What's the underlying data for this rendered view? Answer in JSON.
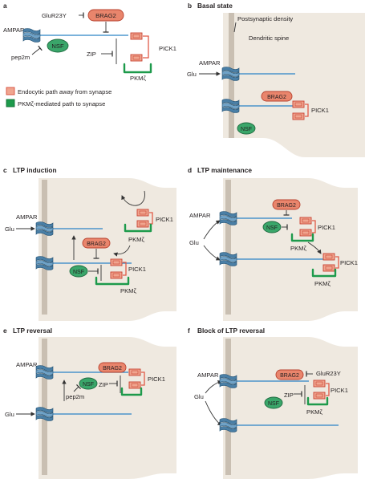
{
  "panels": {
    "a": {
      "letter": "a",
      "title": ""
    },
    "b": {
      "letter": "b",
      "title": "Basal state"
    },
    "c": {
      "letter": "c",
      "title": "LTP induction"
    },
    "d": {
      "letter": "d",
      "title": "LTP maintenance"
    },
    "e": {
      "letter": "e",
      "title": "LTP reversal"
    },
    "f": {
      "letter": "f",
      "title": "Block of LTP reversal"
    }
  },
  "labels": {
    "ampar": "AMPAR",
    "glu": "Glu",
    "nsf": "NSF",
    "brag2": "BRAG2",
    "pick1": "PICK1",
    "pkmz": "PKMζ",
    "zip": "ZIP",
    "pep2m": "pep2m",
    "glur23y": "GluR23Y",
    "psd": "Postsynaptic density",
    "spine": "Dendritic spine"
  },
  "legend": [
    {
      "label": "Endocytic path away from synapse",
      "color": "#f0a58f",
      "border": "#d8503e"
    },
    {
      "label": "PKMζ-mediated path to synapse",
      "color": "#1d9a4b",
      "border": "#146f36"
    }
  ],
  "colors": {
    "spine": "#efe9e0",
    "psd": "#c9bfb2",
    "axon_line": "#2b83c5",
    "receptor": "#4a7fa6",
    "nsf": "#3aa66a",
    "brag2": "#e9856c",
    "pick1": "#f0a58f",
    "pkmz_path": "#1d9a4b",
    "endocytic_path": "#e05a47"
  }
}
